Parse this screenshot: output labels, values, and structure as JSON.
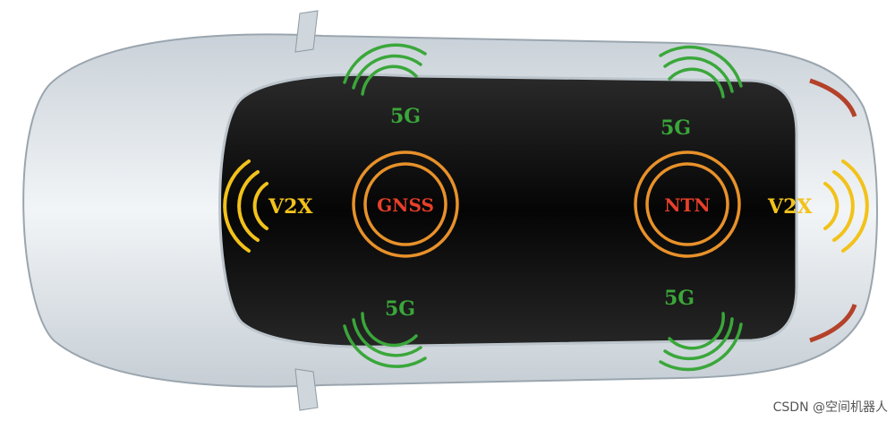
{
  "labels": {
    "v2x_left": "V2X",
    "v2x_right": "V2X",
    "gnss": "GNSS",
    "ntn": "NTN",
    "fiveg_top_left": "5G",
    "fiveg_top_right": "5G",
    "fiveg_bottom_left": "5G",
    "fiveg_bottom_right": "5G"
  },
  "watermark": "CSDN @空间机器人",
  "colors": {
    "v2x": "#f2c21a",
    "gnss_text": "#e8402a",
    "ring": "#e8912a",
    "fiveg": "#3aa73a",
    "body": "#dfe5ea",
    "glass": "#111111"
  }
}
